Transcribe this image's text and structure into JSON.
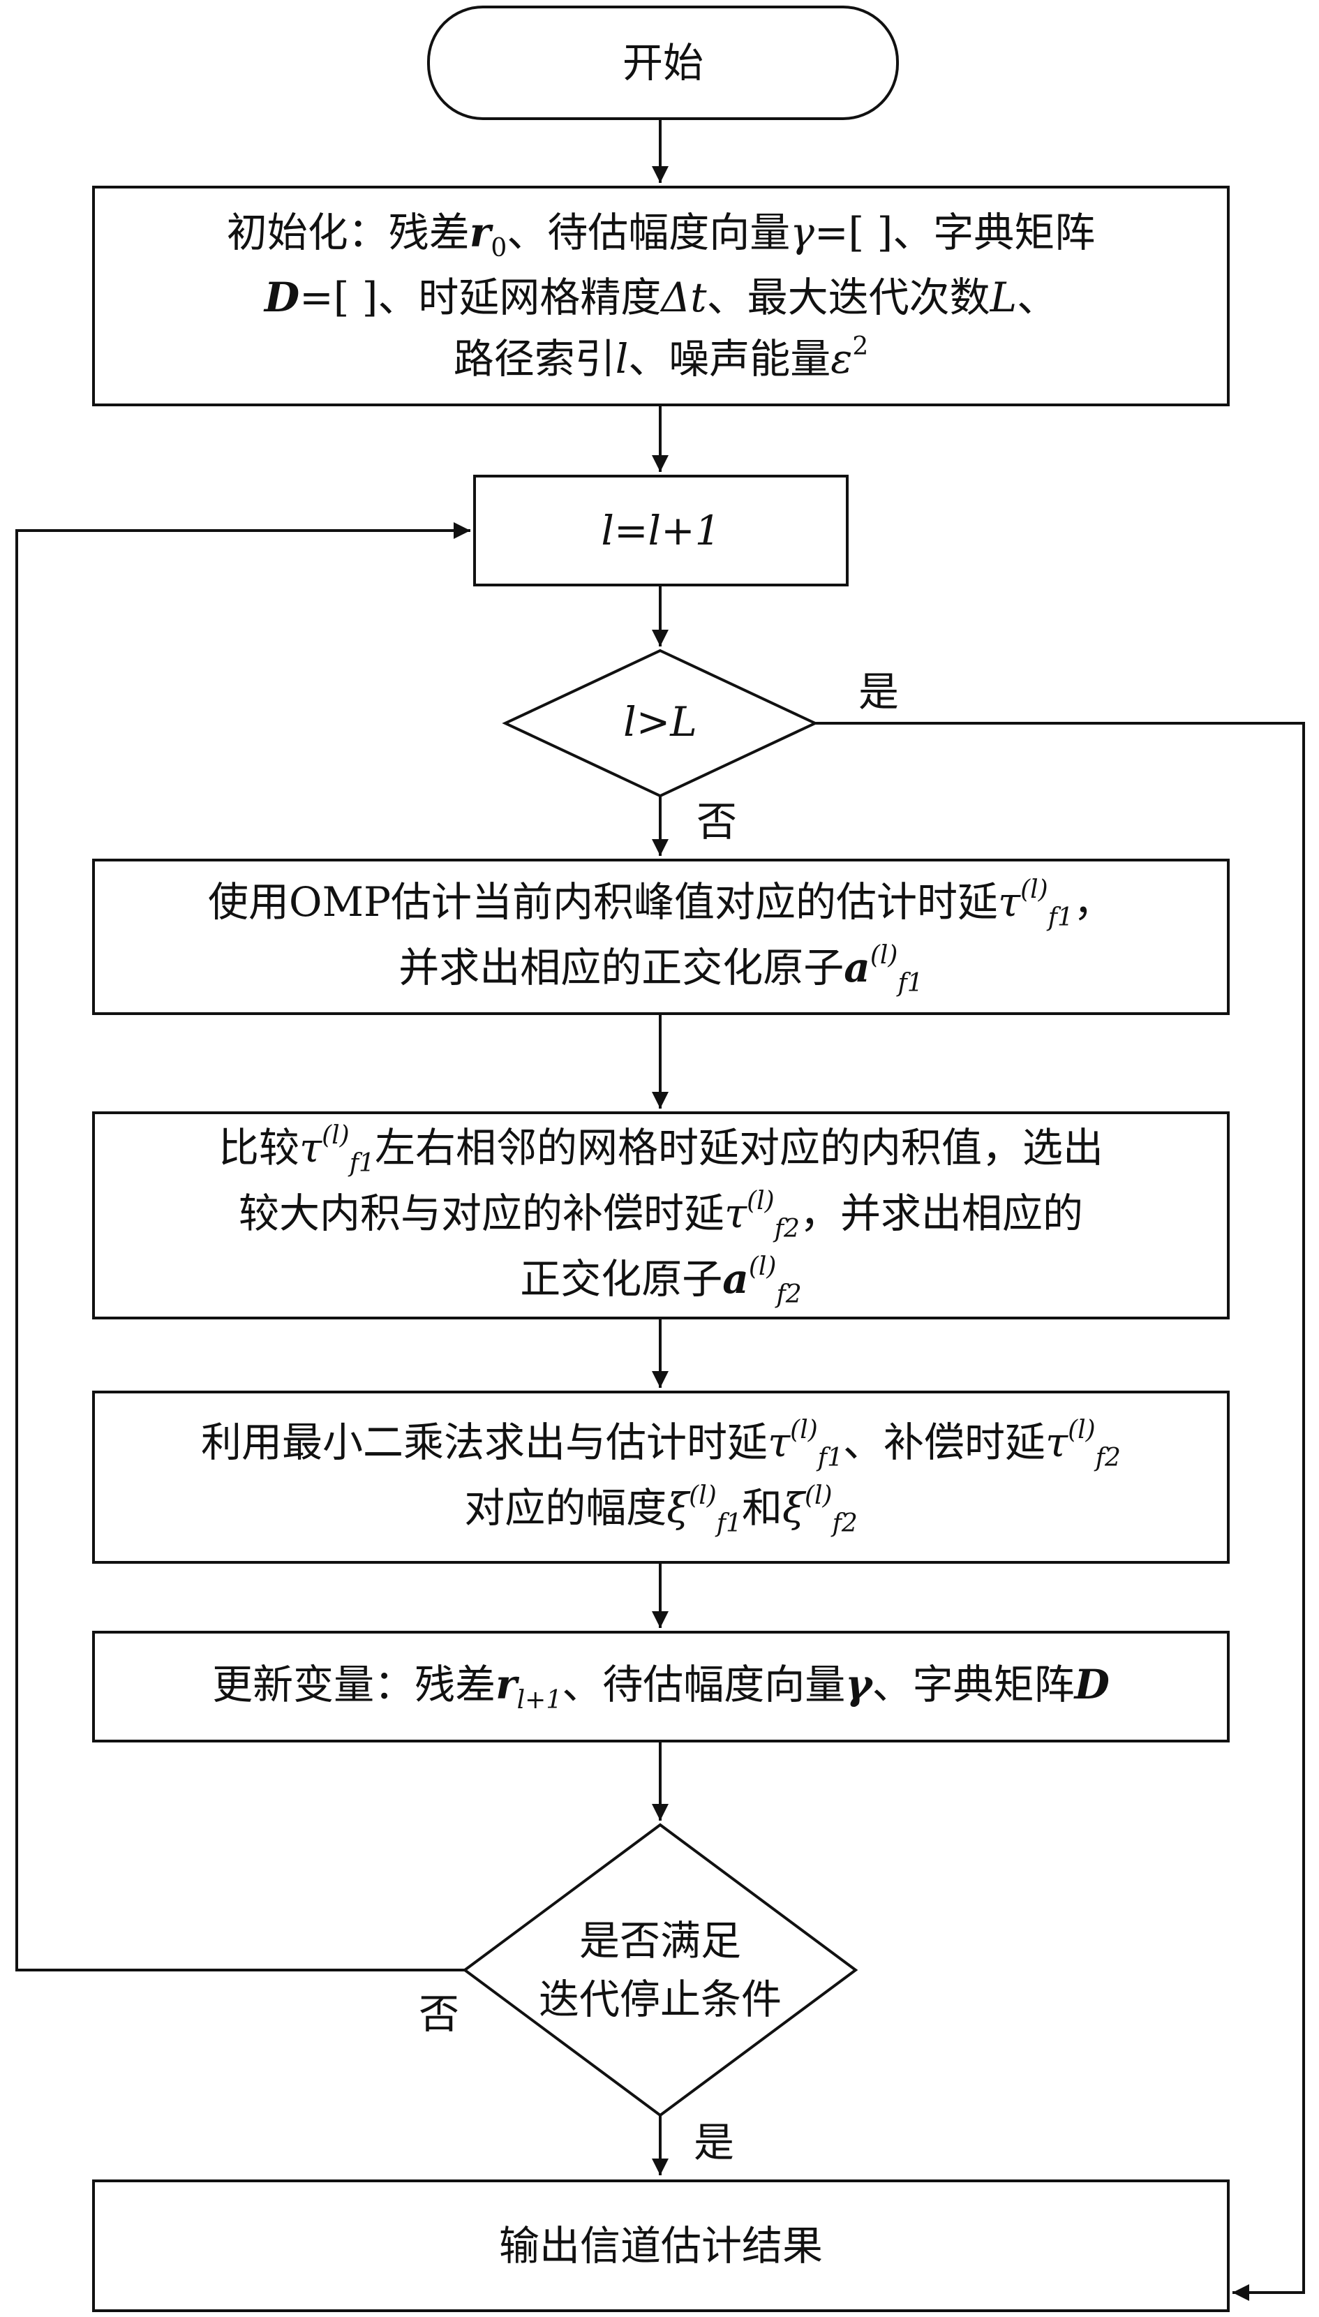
{
  "nodes": {
    "start": "开始",
    "init": {
      "p1": "初始化：残差",
      "r": "r",
      "r_sub": "0",
      "p2": "、待估幅度向量",
      "gamma": "γ",
      "p3": "=[  ]、字典矩阵",
      "D": "D",
      "p4": "=[ ]、时延网格精度",
      "dt": "Δt",
      "p5": "、最大迭代次数",
      "L": "L",
      "p6": "、",
      "p7": "路径索引",
      "l": "l",
      "p8": "、噪声能量",
      "eps": "ε",
      "eps_sup": "2"
    },
    "increment": "l=l+1",
    "decision1": "l>L",
    "omp": {
      "line1": "使用OMP估计当前内积峰值对应的估计时延",
      "tau": "τ",
      "sub": "f1",
      "sup": "(l)",
      "comma": "，",
      "line2": "并求出相应的正交化原子",
      "a": "a"
    },
    "compare": {
      "p1": "比较",
      "p2": "左右相邻的网格时延对应的内积值，选出",
      "p3": "较大内积与对应的补偿时延",
      "p4": "，并求出相应的",
      "p5": "正交化原子",
      "tau": "τ",
      "a": "a",
      "sub1": "f1",
      "sub2": "f2",
      "sup": "(l)"
    },
    "lsq": {
      "p1": "利用最小二乘法求出与估计时延",
      "p2": "、补偿时延",
      "p3": "对应的幅度",
      "p4": "和",
      "tau": "τ",
      "xi": "ξ",
      "sub1": "f1",
      "sub2": "f2",
      "sup": "(l)"
    },
    "update": {
      "p1": "更新变量：残差",
      "r": "r",
      "r_sub": "l+1",
      "p2": "、待估幅度向量",
      "gamma": "γ",
      "p3": "、字典矩阵",
      "D": "D"
    },
    "decision2": {
      "line1": "是否满足",
      "line2": "迭代停止条件"
    },
    "output": "输出信道估计结果"
  },
  "edge_labels": {
    "yes1": "是",
    "no1": "否",
    "no2": "否",
    "yes2": "是"
  },
  "colors": {
    "stroke": "#111111",
    "background": "#ffffff"
  }
}
